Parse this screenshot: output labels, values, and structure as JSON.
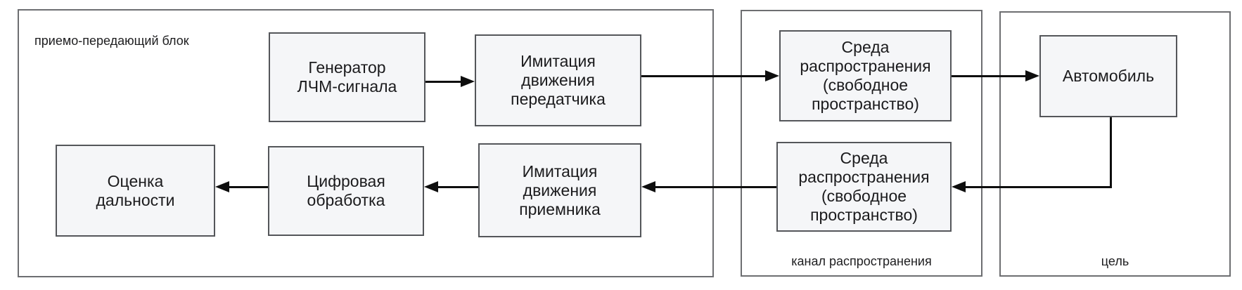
{
  "diagram": {
    "containers": {
      "transceiver": {
        "label": "приемо-передающий блок"
      },
      "channel": {
        "label": "канал распространения"
      },
      "target": {
        "label": "цель"
      }
    },
    "nodes": {
      "lfm_generator": {
        "label": "Генератор\nЛЧМ-сигнала"
      },
      "tx_motion": {
        "label": "Имитация\nдвижения\nпередатчика"
      },
      "medium_forward": {
        "label": "Среда\nраспространения\n(свободное\nпространство)"
      },
      "car": {
        "label": "Автомобиль"
      },
      "range_estimation": {
        "label": "Оценка\nдальности"
      },
      "digital_processing": {
        "label": "Цифровая\nобработка"
      },
      "rx_motion": {
        "label": "Имитация\nдвижения\nприемника"
      },
      "medium_return": {
        "label": "Среда\nраспространения\n(свободное\nпространство)"
      }
    },
    "edges": [
      {
        "from": "lfm_generator",
        "to": "tx_motion"
      },
      {
        "from": "tx_motion",
        "to": "medium_forward"
      },
      {
        "from": "medium_forward",
        "to": "car"
      },
      {
        "from": "car",
        "to": "medium_return"
      },
      {
        "from": "medium_return",
        "to": "rx_motion"
      },
      {
        "from": "rx_motion",
        "to": "digital_processing"
      },
      {
        "from": "digital_processing",
        "to": "range_estimation"
      }
    ],
    "colors": {
      "node_fill": "#f5f6f8",
      "node_border": "#54565a",
      "container_border": "#6d6e71",
      "arrow": "#0e0e0e",
      "text": "#1b1b1d",
      "background": "#ffffff"
    }
  }
}
